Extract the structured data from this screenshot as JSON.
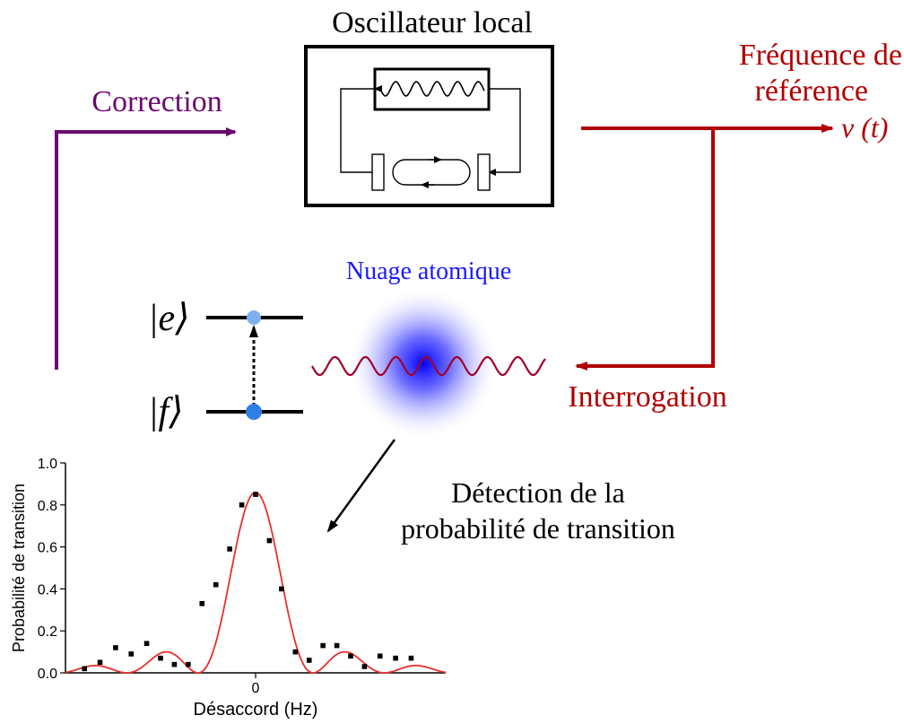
{
  "diagram": {
    "oscillator_title": "Oscillateur local",
    "correction_label": "Correction",
    "reference_line1": "Fréquence de",
    "reference_line2": "référence",
    "nu_t": "ν (t)",
    "cloud_label": "Nuage atomique",
    "interrogation_label": "Interrogation",
    "state_e": "|e⟩",
    "state_f": "|f⟩",
    "detection_line1": "Détection de la",
    "detection_line2": "probabilité de transition",
    "colors": {
      "correction": "#6a0a6e",
      "reference": "#b00000",
      "cloud": "#1a1aff",
      "level_dot": "#2f7fe8",
      "fit": "#e8302c"
    }
  },
  "chart_data": {
    "type": "scatter",
    "xlabel": "Désaccord (Hz)",
    "ylabel": "Probabilité de transition",
    "x_tick_labels": [
      "0"
    ],
    "y_tick_labels": [
      "0.0",
      "0.2",
      "0.4",
      "0.6",
      "0.8",
      "1.0"
    ],
    "ylim": [
      0,
      1.0
    ],
    "xlim": [
      -1.1,
      1.1
    ],
    "series": [
      {
        "kind": "points",
        "x": [
          -0.99,
          -0.9,
          -0.81,
          -0.72,
          -0.63,
          -0.55,
          -0.47,
          -0.39,
          -0.31,
          -0.23,
          -0.15,
          -0.08,
          0.0,
          0.08,
          0.15,
          0.23,
          0.31,
          0.39,
          0.47,
          0.55,
          0.63,
          0.72,
          0.81,
          0.9
        ],
        "y": [
          0.02,
          0.05,
          0.12,
          0.09,
          0.14,
          0.07,
          0.04,
          0.04,
          0.33,
          0.42,
          0.59,
          0.8,
          0.85,
          0.63,
          0.4,
          0.1,
          0.06,
          0.13,
          0.13,
          0.08,
          0.03,
          0.08,
          0.07,
          0.07
        ]
      },
      {
        "kind": "fit_curve",
        "model": "rabi_sinc",
        "amplitude": 0.86
      }
    ]
  }
}
